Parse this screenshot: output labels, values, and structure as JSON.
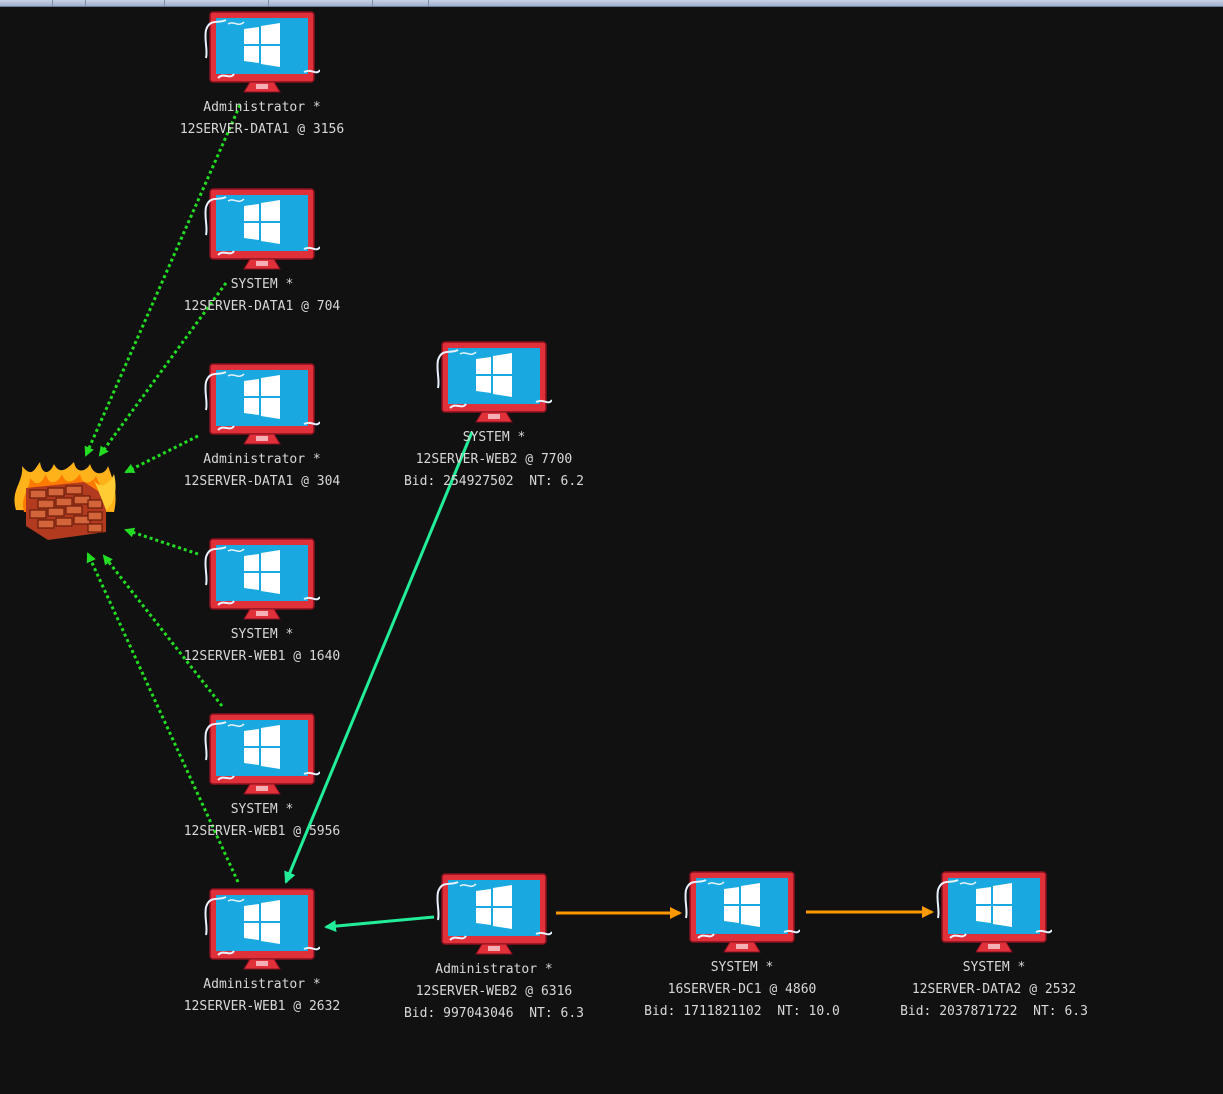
{
  "graph": {
    "nodes": [
      {
        "id": "n1",
        "user": "Administrator *",
        "host": "12SERVER-DATA1 @ 3156",
        "meta": ""
      },
      {
        "id": "n2",
        "user": "SYSTEM *",
        "host": "12SERVER-DATA1 @ 704",
        "meta": ""
      },
      {
        "id": "n3",
        "user": "Administrator *",
        "host": "12SERVER-DATA1 @ 304",
        "meta": ""
      },
      {
        "id": "n4",
        "user": "SYSTEM *",
        "host": "12SERVER-WEB1 @ 1640",
        "meta": ""
      },
      {
        "id": "n5",
        "user": "SYSTEM *",
        "host": "12SERVER-WEB1 @ 5956",
        "meta": ""
      },
      {
        "id": "n6",
        "user": "Administrator *",
        "host": "12SERVER-WEB1 @ 2632",
        "meta": ""
      },
      {
        "id": "n7",
        "user": "SYSTEM *",
        "host": "12SERVER-WEB2 @ 7700",
        "meta": "Bid: 254927502  NT: 6.2"
      },
      {
        "id": "n8",
        "user": "Administrator *",
        "host": "12SERVER-WEB2 @ 6316",
        "meta": "Bid: 997043046  NT: 6.3"
      },
      {
        "id": "n9",
        "user": "SYSTEM *",
        "host": "16SERVER-DC1 @ 4860",
        "meta": "Bid: 1711821102  NT: 10.0"
      },
      {
        "id": "n10",
        "user": "SYSTEM *",
        "host": "12SERVER-DATA2 @ 2532",
        "meta": "Bid: 2037871722  NT: 6.3"
      }
    ],
    "edges": [
      {
        "from": "n1",
        "to": "firewall",
        "style": "dotted",
        "color": "#22dd22"
      },
      {
        "from": "n2",
        "to": "firewall",
        "style": "dotted",
        "color": "#22dd22"
      },
      {
        "from": "n3",
        "to": "firewall",
        "style": "dotted",
        "color": "#22dd22"
      },
      {
        "from": "n4",
        "to": "firewall",
        "style": "dotted",
        "color": "#22dd22"
      },
      {
        "from": "n5",
        "to": "firewall",
        "style": "dotted",
        "color": "#22dd22"
      },
      {
        "from": "n6",
        "to": "firewall",
        "style": "dotted",
        "color": "#22dd22"
      },
      {
        "from": "n7",
        "to": "n6",
        "style": "solid",
        "color": "#22ee99"
      },
      {
        "from": "n8",
        "to": "n6",
        "style": "solid",
        "color": "#22ee99"
      },
      {
        "from": "n8",
        "to": "n9",
        "style": "solid",
        "color": "#ff9900"
      },
      {
        "from": "n9",
        "to": "n10",
        "style": "solid",
        "color": "#ff9900"
      }
    ]
  },
  "icons": {
    "node": "windows-monitor-icon",
    "pivot": "firewall-icon"
  },
  "colors": {
    "background": "#111111",
    "monitor_frame": "#e0303a",
    "monitor_screen": "#19a9e0",
    "pivot_edge": "#22dd22",
    "smb_edge": "#22ee99",
    "tcp_edge": "#ff9900"
  }
}
